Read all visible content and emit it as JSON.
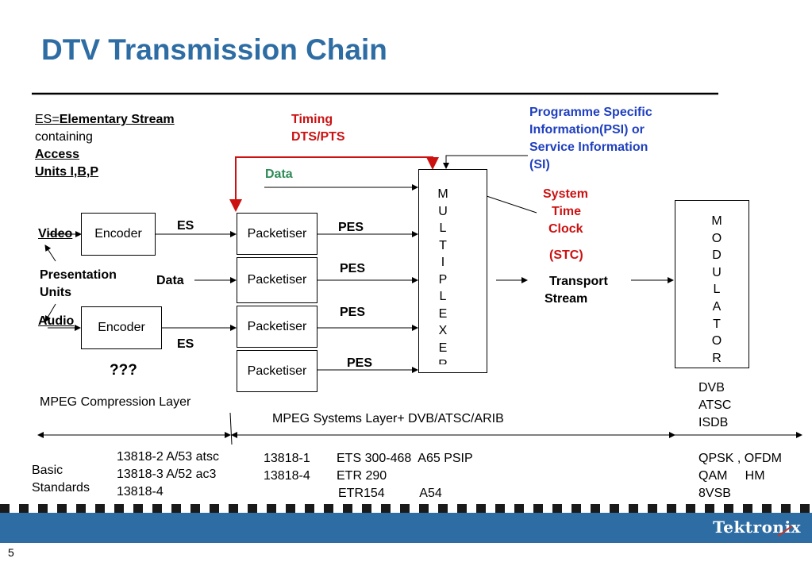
{
  "slide": {
    "title": "DTV Transmission Chain",
    "page_number": "5",
    "logo_text": "Tektronix"
  },
  "left_note": {
    "es_prefix": "ES=",
    "es_term": "Elementary Stream",
    "containing": "containing",
    "access": "Access",
    "units": "Units I,B,P"
  },
  "timing": {
    "line1": "Timing",
    "line2": "DTS/PTS"
  },
  "psi": {
    "line1": "Programme Specific",
    "line2": "Information(PSI) or",
    "line3": "Service Information",
    "line4": "(SI)"
  },
  "data_top_label": "Data",
  "stc": {
    "line1": "System",
    "line2": "Time",
    "line3": "Clock",
    "line4": "(STC)"
  },
  "inputs": {
    "video": "Video",
    "audio": "Audio",
    "data": "Data"
  },
  "presentation": {
    "line1": "Presentation",
    "line2": "Units"
  },
  "encoders": {
    "video": "Encoder",
    "audio": "Encoder"
  },
  "es_labels": {
    "top": "ES",
    "bottom": "ES"
  },
  "packetisers": [
    "Packetiser",
    "Packetiser",
    "Packetiser",
    "Packetiser"
  ],
  "pes_labels": [
    "PES",
    "PES",
    "PES",
    "PES"
  ],
  "unknown": "???",
  "multiplexer_letters": [
    "M",
    "U",
    "L",
    "T",
    "I",
    "P",
    "L",
    "E",
    "X",
    "E",
    "R"
  ],
  "modulator_letters": [
    "M",
    "O",
    "D",
    "U",
    "L",
    "A",
    "T",
    "O",
    "R"
  ],
  "transport": {
    "line1": "Transport",
    "line2": "Stream"
  },
  "modulation_standards": [
    "DVB",
    "ATSC",
    "ISDB"
  ],
  "layers": {
    "compression": "MPEG Compression Layer",
    "systems": "MPEG Systems Layer+ DVB/ATSC/ARIB"
  },
  "standards": {
    "basic_line1": "Basic",
    "basic_line2": "Standards",
    "compression_refs": [
      "13818-2 A/53 atsc",
      "13818-3 A/52 ac3",
      "13818-4"
    ],
    "systems_col1": [
      "13818-1",
      "13818-4"
    ],
    "systems_col2": [
      "ETS 300-468  A65 PSIP",
      "ETR 290",
      "ETR154          A54"
    ],
    "modulation_refs": [
      "QPSK , OFDM",
      "QAM     HM",
      "8VSB"
    ]
  },
  "colors": {
    "title_blue": "#2e6da4",
    "psi_blue": "#1f3fbf",
    "timing_red": "#cc1111",
    "data_green": "#2e8b57",
    "footer_blue": "#2e6da4"
  }
}
